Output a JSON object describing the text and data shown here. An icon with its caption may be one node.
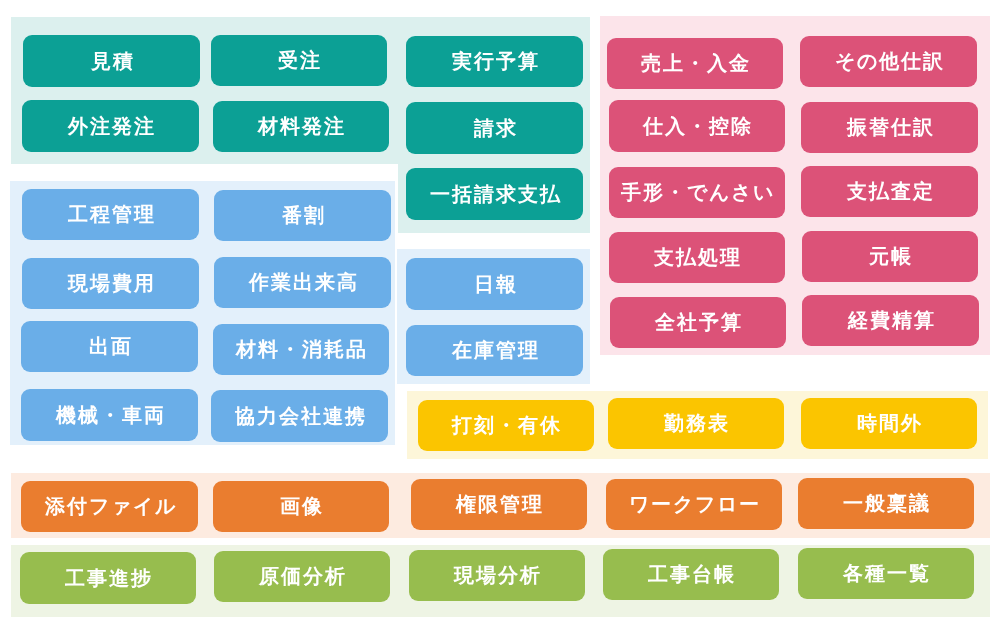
{
  "diagram": {
    "nodes": [
      {
        "text": [],
        "shape": "box"
      },
      {
        "text": [
          "見積"
        ],
        "in": 0
      },
      {
        "text": [
          "受注"
        ],
        "in": 0
      },
      {
        "text": [
          "実行予算"
        ],
        "in": 0
      },
      {
        "text": [
          "外注発注"
        ],
        "in": 0
      },
      {
        "text": [
          "材料発注"
        ],
        "in": 0
      },
      {
        "text": [
          "請求"
        ],
        "in": 0
      },
      {
        "text": [],
        "shape": "box"
      },
      {
        "text": [
          "一括請求支払"
        ],
        "in": 7
      },
      {
        "text": [],
        "shape": "box"
      },
      {
        "text": [
          "売上・入金"
        ],
        "in": 9
      },
      {
        "text": [
          "その他仕訳"
        ],
        "in": 9
      },
      {
        "text": [
          "仕入・控除"
        ],
        "in": 9
      },
      {
        "text": [
          "振替仕訳"
        ],
        "in": 9
      },
      {
        "text": [
          "手形・でんさい"
        ],
        "in": 9
      },
      {
        "text": [
          "支払査定"
        ],
        "in": 9
      },
      {
        "text": [
          "支払処理"
        ],
        "in": 9
      },
      {
        "text": [
          "元帳"
        ],
        "in": 9
      },
      {
        "text": [
          "全社予算"
        ],
        "in": 9
      },
      {
        "text": [
          "経費精算"
        ],
        "in": 9
      },
      {
        "text": [],
        "shape": "box"
      },
      {
        "text": [
          "工程管理"
        ],
        "in": 20
      },
      {
        "text": [
          "番割"
        ],
        "in": 20
      },
      {
        "text": [
          "現場費用"
        ],
        "in": 20
      },
      {
        "text": [
          "作業出来高"
        ],
        "in": 20
      },
      {
        "text": [
          "出面"
        ],
        "in": 20
      },
      {
        "text": [
          "材料・消耗品"
        ],
        "in": 20
      },
      {
        "text": [
          "機械・車両"
        ],
        "in": 20
      },
      {
        "text": [
          "協力会社連携"
        ],
        "in": 20
      },
      {
        "text": [],
        "shape": "box"
      },
      {
        "text": [
          "日報"
        ],
        "in": 29
      },
      {
        "text": [
          "在庫管理"
        ],
        "in": 29
      },
      {
        "text": [],
        "shape": "box"
      },
      {
        "text": [
          "打刻・有休"
        ],
        "in": 32
      },
      {
        "text": [
          "勤務表"
        ],
        "in": 32
      },
      {
        "text": [
          "時間外"
        ],
        "in": 32
      },
      {
        "text": [],
        "shape": "box"
      },
      {
        "text": [
          "添付ファイル"
        ],
        "in": 36
      },
      {
        "text": [
          "画像"
        ],
        "in": 36
      },
      {
        "text": [
          "権限管理"
        ],
        "in": 36
      },
      {
        "text": [
          "ワークフロー"
        ],
        "in": 36
      },
      {
        "text": [
          "一般稟議"
        ],
        "in": 36
      },
      {
        "text": [],
        "shape": "box"
      },
      {
        "text": [
          "工事進捗"
        ],
        "in": 42
      },
      {
        "text": [
          "原価分析"
        ],
        "in": 42
      },
      {
        "text": [
          "現場分析"
        ],
        "in": 42
      },
      {
        "text": [
          "工事台帳"
        ],
        "in": 42
      },
      {
        "text": [
          "各種一覧"
        ],
        "in": 42
      }
    ]
  }
}
